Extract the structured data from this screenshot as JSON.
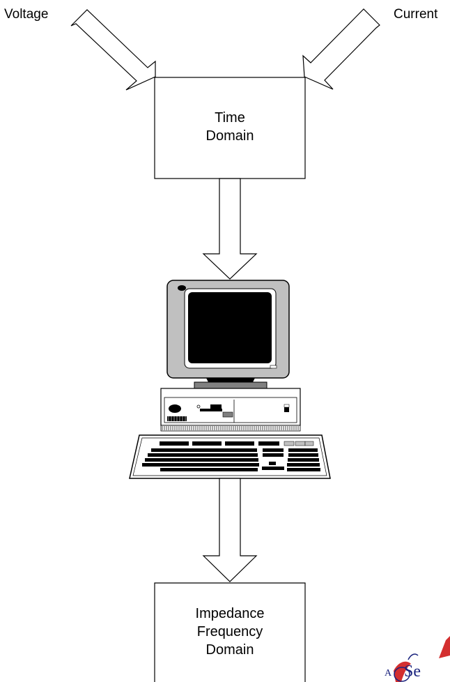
{
  "inputs": {
    "voltage_label": "Voltage",
    "current_label": "Current"
  },
  "time_box": {
    "line1": "Time",
    "line2": "Domain"
  },
  "impedance_box": {
    "line1": "Impedance",
    "line2": "Frequency",
    "line3": "Domain"
  },
  "logo": {
    "prefix": "A",
    "text": "Se",
    "colors": {
      "red": "#d32f2f",
      "navy": "#1a237e"
    }
  },
  "icons": [
    "voltage-arrow-icon",
    "current-arrow-icon",
    "down-arrow-icon",
    "computer-icon",
    "keyboard-icon",
    "logo-icon"
  ]
}
